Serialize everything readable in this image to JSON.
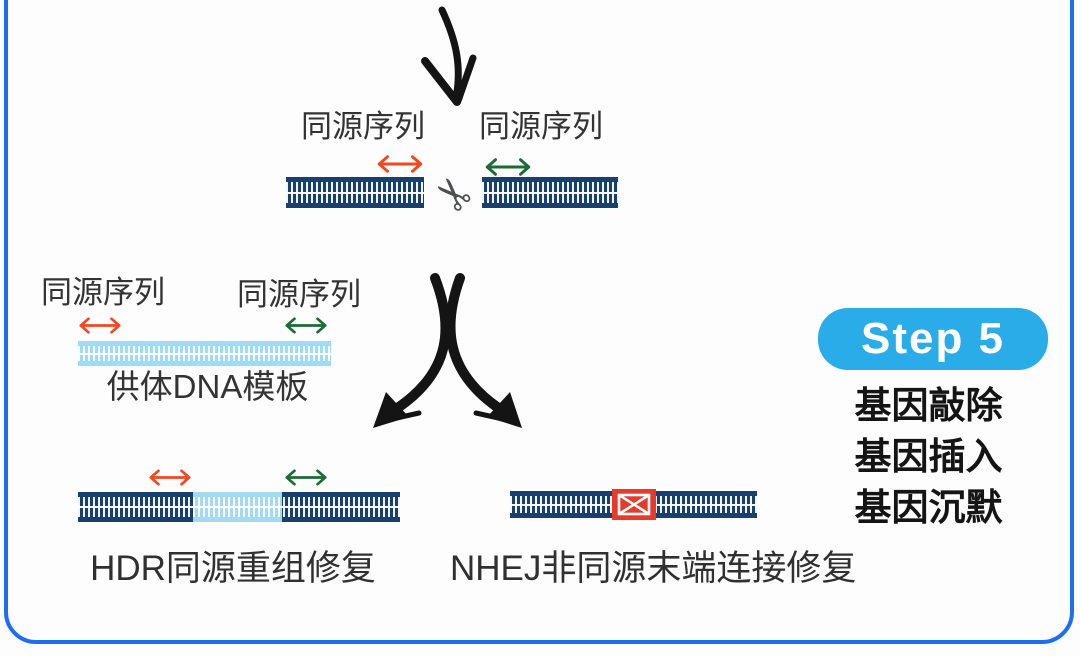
{
  "labels": {
    "homology": "同源序列",
    "donor_template": "供体DNA模板",
    "hdr_caption": "HDR同源重组修复",
    "nhej_caption": "NHEJ非同源末端连接修复"
  },
  "step_panel": {
    "badge": "Step 5",
    "items": [
      "基因敲除",
      "基因插入",
      "基因沉默"
    ]
  },
  "icons": {
    "scissors": "✂"
  },
  "colors": {
    "frame_blue": "#1c6ff2",
    "badge_blue": "#29ace8",
    "dna_navy": "#17406e",
    "dna_light_blue": "#9edbf4",
    "homology_arrow_red": "#f2481f",
    "homology_arrow_green": "#1c6b35",
    "mutation_red": "#e73a2a",
    "flow_arrow_black": "#141414"
  }
}
